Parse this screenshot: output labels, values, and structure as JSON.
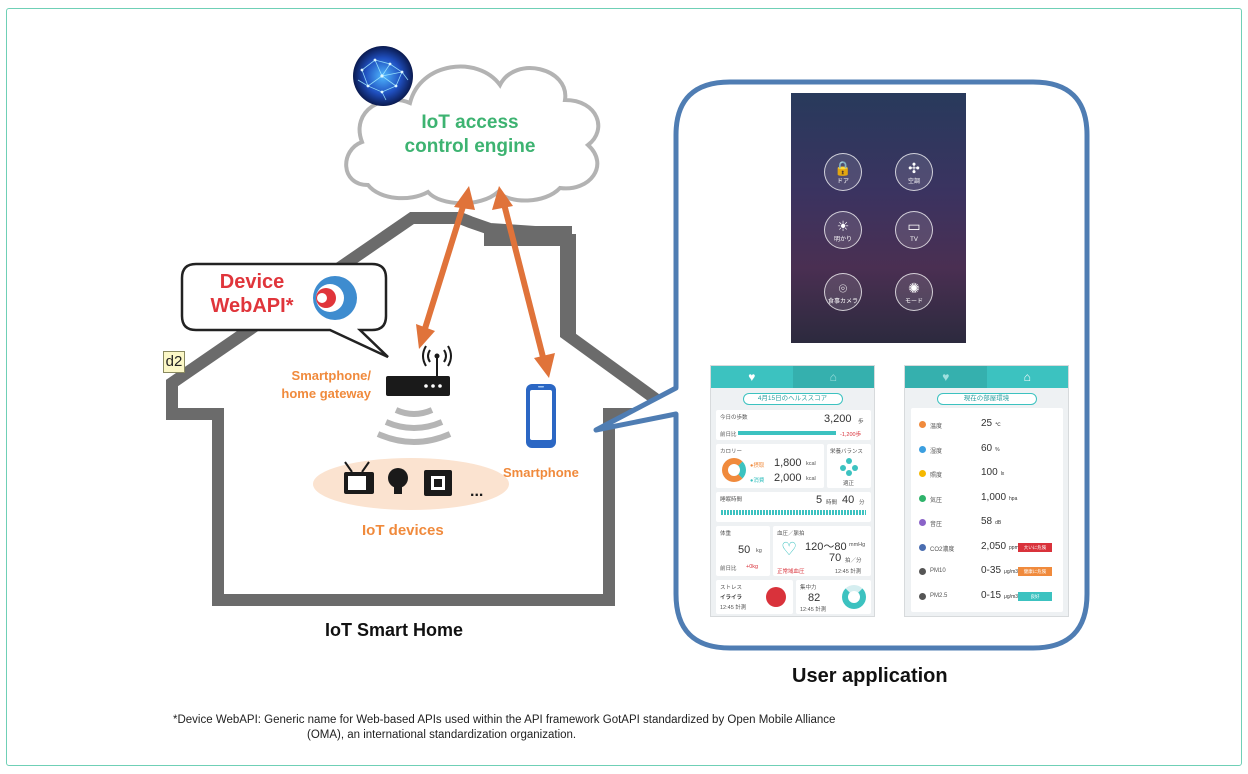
{
  "cloud": {
    "title": "IoT access control engine"
  },
  "bubble": {
    "title": "Device WebAPI*"
  },
  "house": {
    "label": "IoT Smart Home"
  },
  "gateway": {
    "label": "Smartphone/ home gateway"
  },
  "smartphone": {
    "label": "Smartphone"
  },
  "iot_devices": {
    "label": "IoT devices",
    "ellipsis": "..."
  },
  "marker": {
    "label": "d2"
  },
  "app": {
    "label": "User application",
    "control_screen": {
      "buttons": [
        "ドア",
        "空調",
        "明かり",
        "TV",
        "食事カメラ",
        "モード"
      ]
    },
    "health_screen": {
      "title": "4月15日のヘルススコア",
      "steps_label": "今日の歩数",
      "steps_value": "3,200",
      "steps_unit": "歩",
      "steps_prev": "前日比",
      "steps_diff": "-1,200歩",
      "calorie_label": "カロリー",
      "calorie_in_label": "●摂取",
      "calorie_in": "1,800",
      "calorie_out_label": "●消費",
      "calorie_out": "2,000",
      "calorie_unit": "kcal",
      "nutrition_label": "栄養バランス",
      "nutrition_state": "適正",
      "sleep_label": "睡眠時間",
      "sleep_hours": "5",
      "sleep_hours_unit": "時間",
      "sleep_minutes": "40",
      "sleep_minutes_unit": "分",
      "weight_label": "体重",
      "weight_value": "50",
      "weight_unit": "kg",
      "weight_prev": "前日比",
      "weight_diff": "+0kg",
      "bp_label": "血圧／脈拍",
      "bp_value": "120〜80",
      "bp_unit": "mmHg",
      "pulse_value": "70",
      "pulse_unit": "拍／分",
      "bp_state": "正常域血圧",
      "bp_time": "12:45 計測",
      "stress_label": "ストレス",
      "stress_state": "イライラ",
      "stress_time": "12:45 計測",
      "focus_label": "集中力",
      "focus_value": "82",
      "focus_time": "12:45 計測"
    },
    "room_screen": {
      "title": "現在の部屋環境",
      "rows": [
        {
          "name": "温度",
          "value": "25",
          "unit": "℃",
          "color": "#f08a3c"
        },
        {
          "name": "湿度",
          "value": "60",
          "unit": "%",
          "color": "#3c9fe0"
        },
        {
          "name": "照度",
          "value": "100",
          "unit": "lx",
          "color": "#f5b800"
        },
        {
          "name": "気圧",
          "value": "1,000",
          "unit": "hpa",
          "color": "#2fb36b"
        },
        {
          "name": "音圧",
          "value": "58",
          "unit": "dB",
          "color": "#8a63c8"
        },
        {
          "name": "CO2濃度",
          "value": "2,050",
          "unit": "ppm",
          "color": "#4a6db0",
          "tag": "大いに危険",
          "tag_color": "#d9323b"
        },
        {
          "name": "PM10",
          "value": "0-35",
          "unit": "μg/m3",
          "color": "#555555",
          "tag": "健康に危険",
          "tag_color": "#f08a3c"
        },
        {
          "name": "PM2.5",
          "value": "0-15",
          "unit": "μg/m3",
          "color": "#555555",
          "tag": "良好",
          "tag_color": "#3cc2c0"
        }
      ]
    }
  },
  "footnote": {
    "line1": "*Device WebAPI: Generic name for Web-based APIs used within the API framework GotAPI standardized by Open Mobile Alliance",
    "line2": "(OMA), an international standardization organization."
  },
  "colors": {
    "frame": "#6fd0b6",
    "cloud_title": "#3db371",
    "bubble_title": "#e0353b",
    "orange": "#f08a3c",
    "arrow": "#e0733a",
    "house": "#6b6b6b",
    "app_outline": "#4f7db3",
    "teal": "#3cc2c0"
  }
}
